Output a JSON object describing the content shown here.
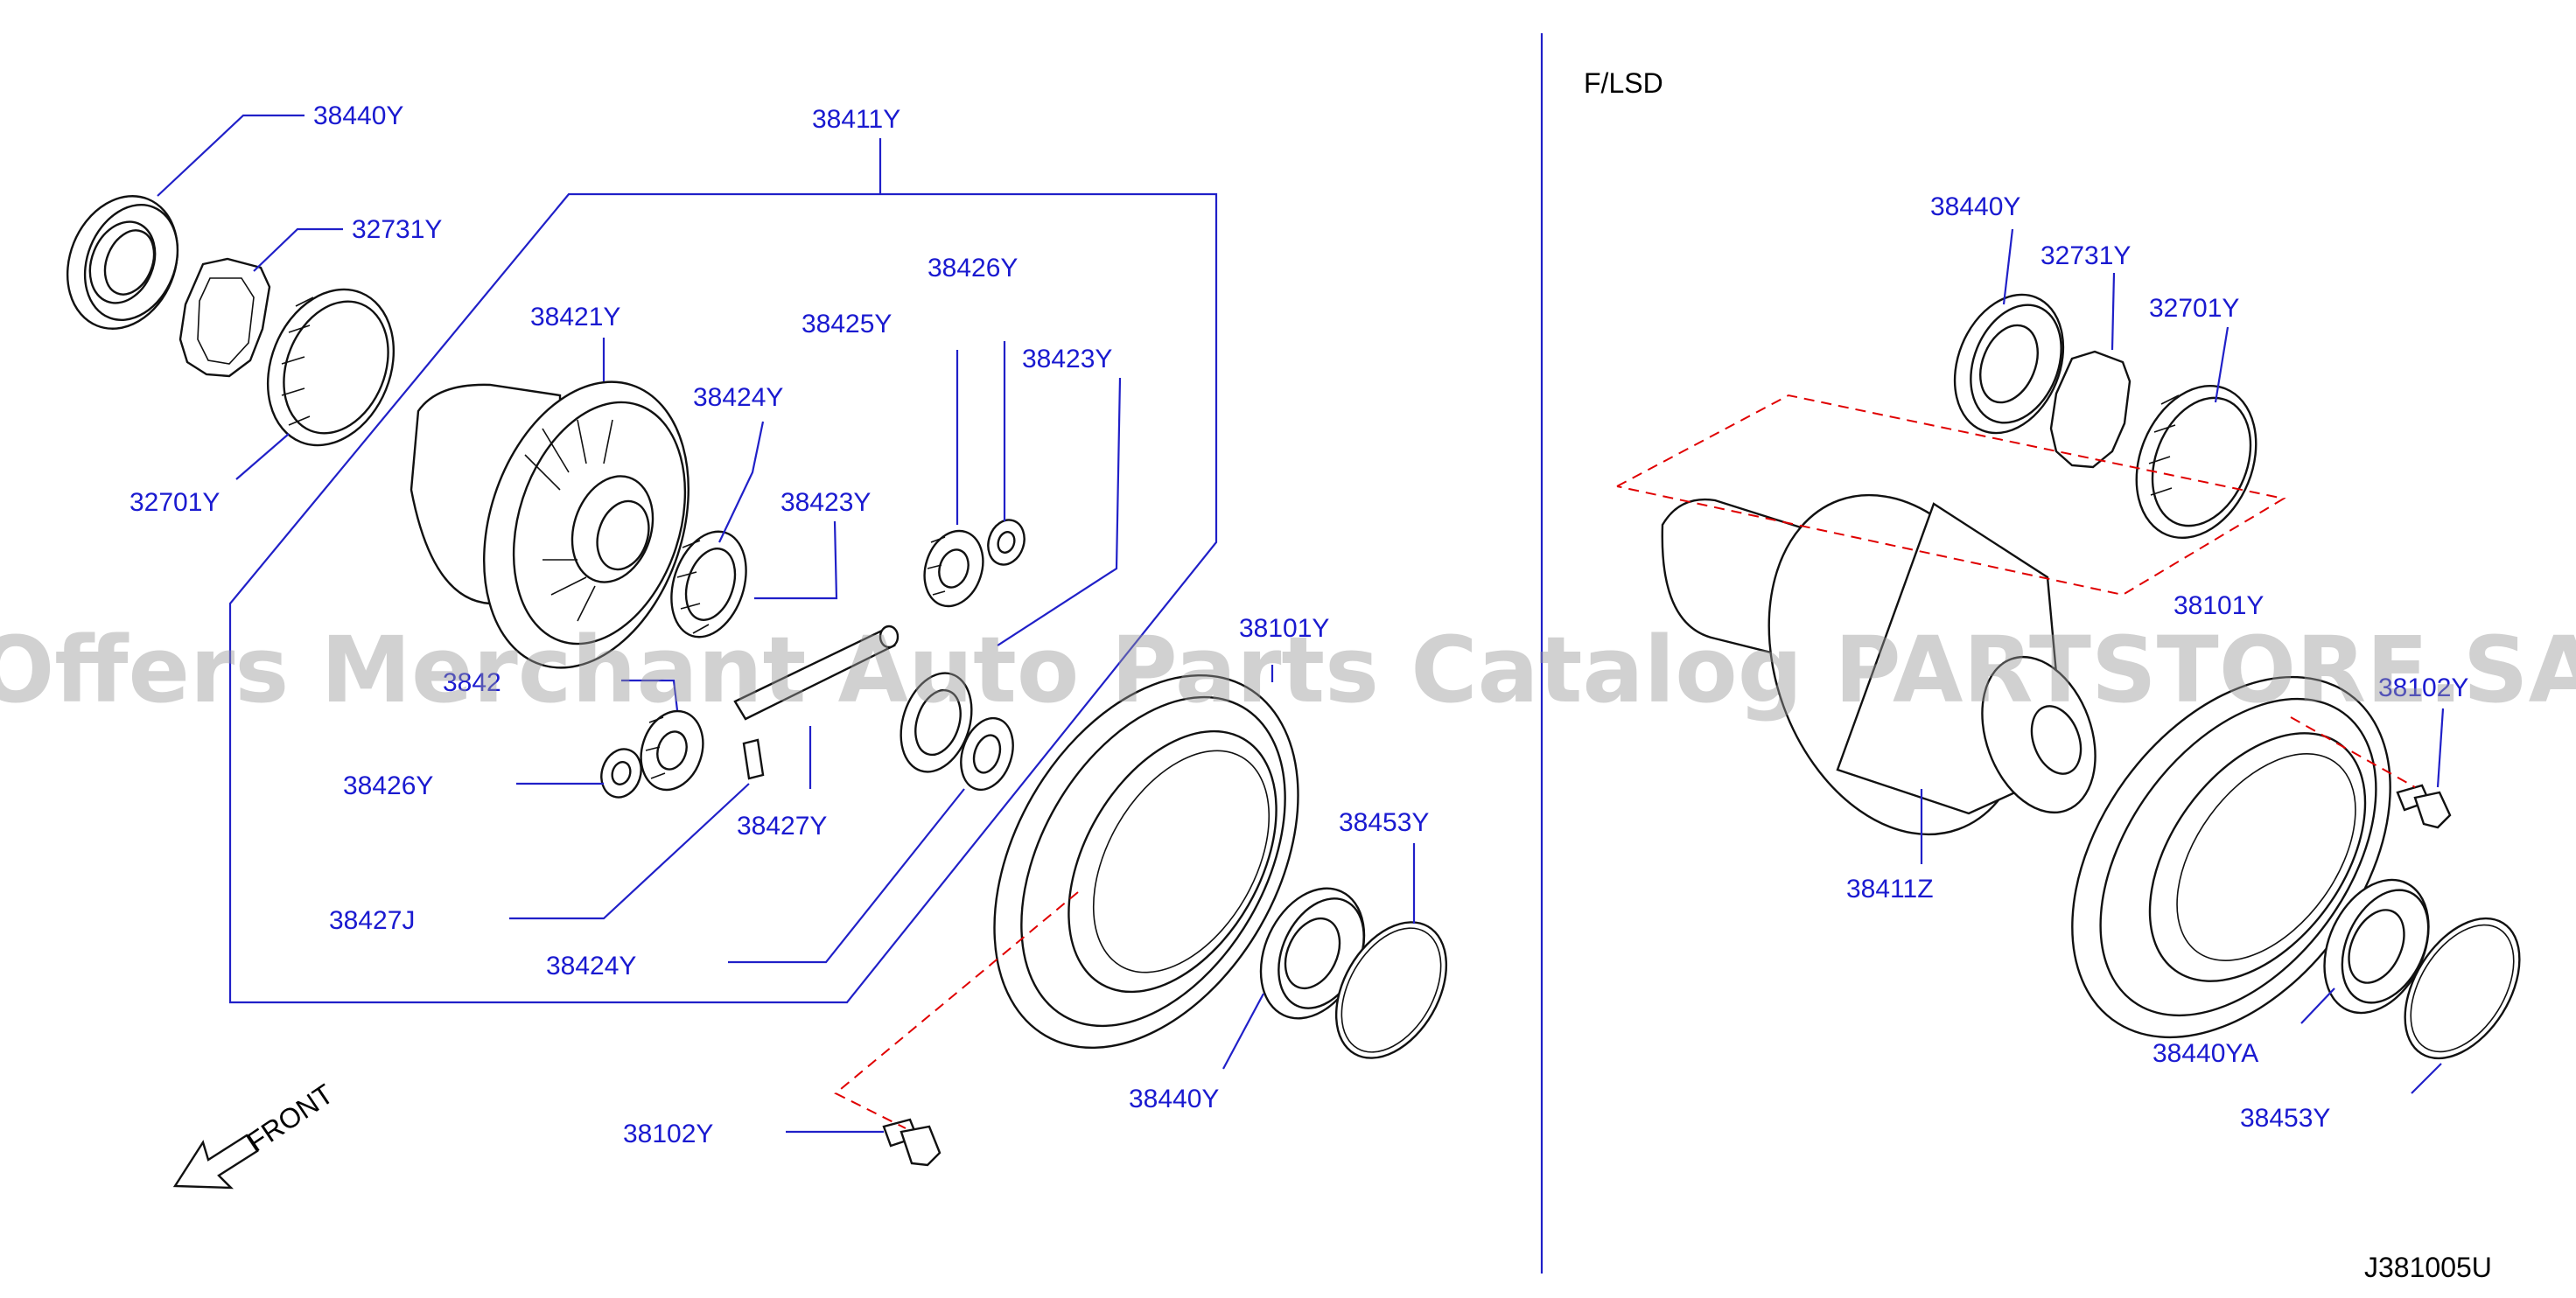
{
  "watermark": "Offers Merchant Auto Parts Catalog PARTSTORE.SA",
  "section_right_title": "F/LSD",
  "front_label": "FRONT",
  "diagram_code": "J381005U",
  "left_labels": {
    "l38440Y": "38440Y",
    "l38411Y": "38411Y",
    "l32731Y": "32731Y",
    "l38426Y_top": "38426Y",
    "l38421Y": "38421Y",
    "l38425Y": "38425Y",
    "l38423Y_top": "38423Y",
    "l38424Y_top": "38424Y",
    "l32701Y": "32701Y",
    "l38423Y_mid": "38423Y",
    "l38425_partial": "3842",
    "l38101Y": "38101Y",
    "l38426Y_bot": "38426Y",
    "l38427Y": "38427Y",
    "l38453Y": "38453Y",
    "l38427J": "38427J",
    "l38424Y_bot": "38424Y",
    "l38440Y_bot": "38440Y",
    "l38102Y": "38102Y"
  },
  "right_labels": {
    "r38440Y": "38440Y",
    "r32731Y": "32731Y",
    "r32701Y": "32701Y",
    "r38101Y": "38101Y",
    "r38102Y": "38102Y",
    "r38411Z": "38411Z",
    "r38440YA": "38440YA",
    "r38453Y": "38453Y"
  },
  "colors": {
    "label": "#1a1ad0",
    "leader": "#2020c8",
    "dashed": "#e00000",
    "watermark": "#9a9a9a"
  }
}
